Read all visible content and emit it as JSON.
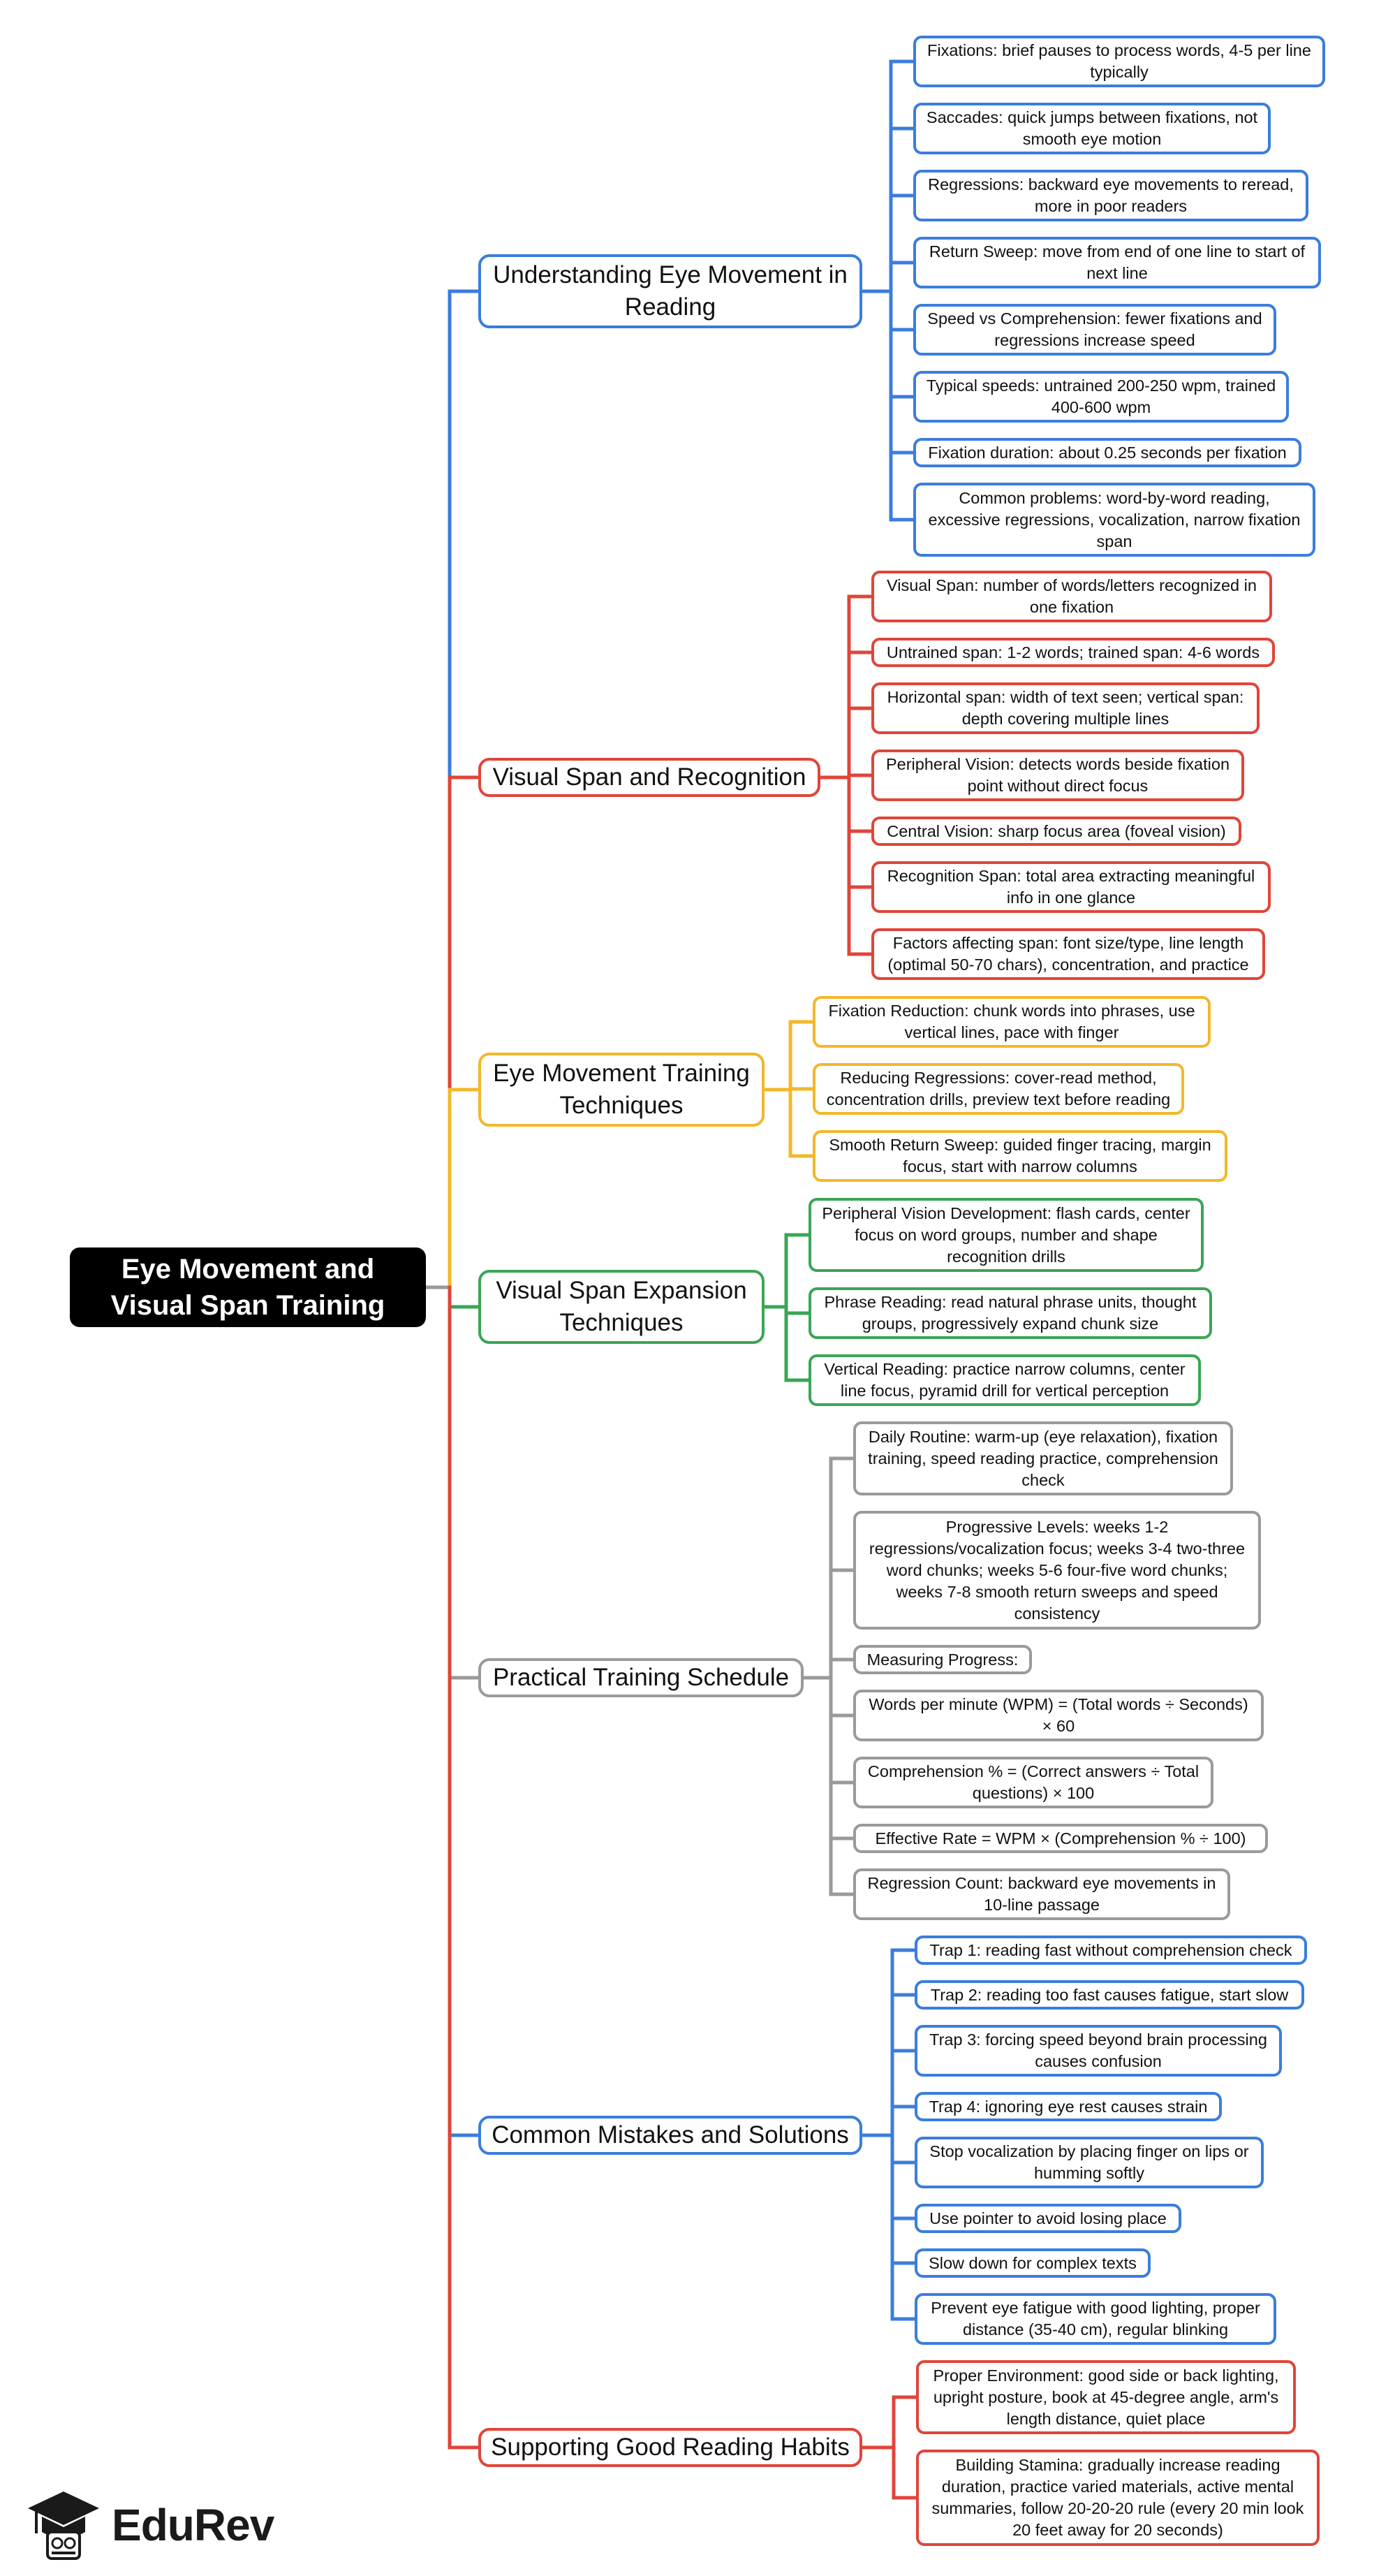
{
  "root": "Eye Movement and Visual Span Training",
  "colors": {
    "blue": "#3b7ddd",
    "red": "#e0453a",
    "yellow": "#f2b82a",
    "green": "#3aa655",
    "gray": "#9a9a9a"
  },
  "branches": [
    {
      "label": "Understanding Eye Movement in Reading",
      "color": "blue",
      "leaves": [
        "Fixations: brief pauses to process words, 4-5 per line typically",
        "Saccades: quick jumps between fixations, not smooth eye motion",
        "Regressions: backward eye movements to reread, more in poor readers",
        "Return Sweep: move from end of one line to start of next line",
        "Speed vs Comprehension: fewer fixations and regressions increase speed",
        "Typical speeds: untrained 200-250 wpm, trained 400-600 wpm",
        "Fixation duration: about 0.25 seconds per fixation",
        "Common problems: word-by-word reading, excessive regressions, vocalization, narrow fixation span"
      ]
    },
    {
      "label": "Visual Span and Recognition",
      "color": "red",
      "leaves": [
        "Visual Span: number of words/letters recognized in one fixation",
        "Untrained span: 1-2 words; trained span: 4-6 words",
        "Horizontal span: width of text seen; vertical span: depth covering multiple lines",
        "Peripheral Vision: detects words beside fixation point without direct focus",
        "Central Vision: sharp focus area (foveal vision)",
        "Recognition Span: total area extracting meaningful info in one glance",
        "Factors affecting span: font size/type, line length (optimal 50-70 chars), concentration, and practice"
      ]
    },
    {
      "label": "Eye Movement Training Techniques",
      "color": "yellow",
      "leaves": [
        "Fixation Reduction: chunk words into phrases, use vertical lines, pace with finger",
        "Reducing Regressions: cover-read method, concentration drills, preview text before reading",
        "Smooth Return Sweep: guided finger tracing, margin focus, start with narrow columns"
      ]
    },
    {
      "label": "Visual Span Expansion Techniques",
      "color": "green",
      "leaves": [
        "Peripheral Vision Development: flash cards, center focus on word groups, number and shape recognition drills",
        "Phrase Reading: read natural phrase units, thought groups, progressively expand chunk size",
        "Vertical Reading: practice narrow columns, center line focus, pyramid drill for vertical perception"
      ]
    },
    {
      "label": "Practical Training Schedule",
      "color": "gray",
      "leaves": [
        "Daily Routine: warm-up (eye relaxation), fixation training, speed reading practice, comprehension check",
        "Progressive Levels: weeks 1-2 regressions/vocalization focus; weeks 3-4 two-three word chunks; weeks 5-6 four-five word chunks; weeks 7-8 smooth return sweeps and speed consistency",
        "Measuring Progress:",
        "Words per minute (WPM) = (Total words ÷ Seconds) × 60",
        "Comprehension % = (Correct answers ÷ Total questions) × 100",
        "Effective Rate = WPM × (Comprehension % ÷ 100)",
        "Regression Count: backward eye movements in 10-line passage"
      ]
    },
    {
      "label": "Common Mistakes and Solutions",
      "color": "blue",
      "leaves": [
        "Trap 1: reading fast without comprehension check",
        "Trap 2: reading too fast causes fatigue, start slow",
        "Trap 3: forcing speed beyond brain processing causes confusion",
        "Trap 4: ignoring eye rest causes strain",
        "Stop vocalization by placing finger on lips or humming softly",
        "Use pointer to avoid losing place",
        "Slow down for complex texts",
        "Prevent eye fatigue with good lighting, proper distance (35-40 cm), regular blinking"
      ]
    },
    {
      "label": "Supporting Good Reading Habits",
      "color": "red",
      "leaves": [
        "Proper Environment: good side or back lighting, upright posture, book at 45-degree angle, arm's length distance, quiet place",
        "Building Stamina: gradually increase reading duration, practice varied materials, active mental summaries, follow 20-20-20 rule (every 20 min look 20 feet away for 20 seconds)"
      ]
    }
  ],
  "logo": {
    "text": "EduRev",
    "icon": "graduation-cap-icon"
  }
}
